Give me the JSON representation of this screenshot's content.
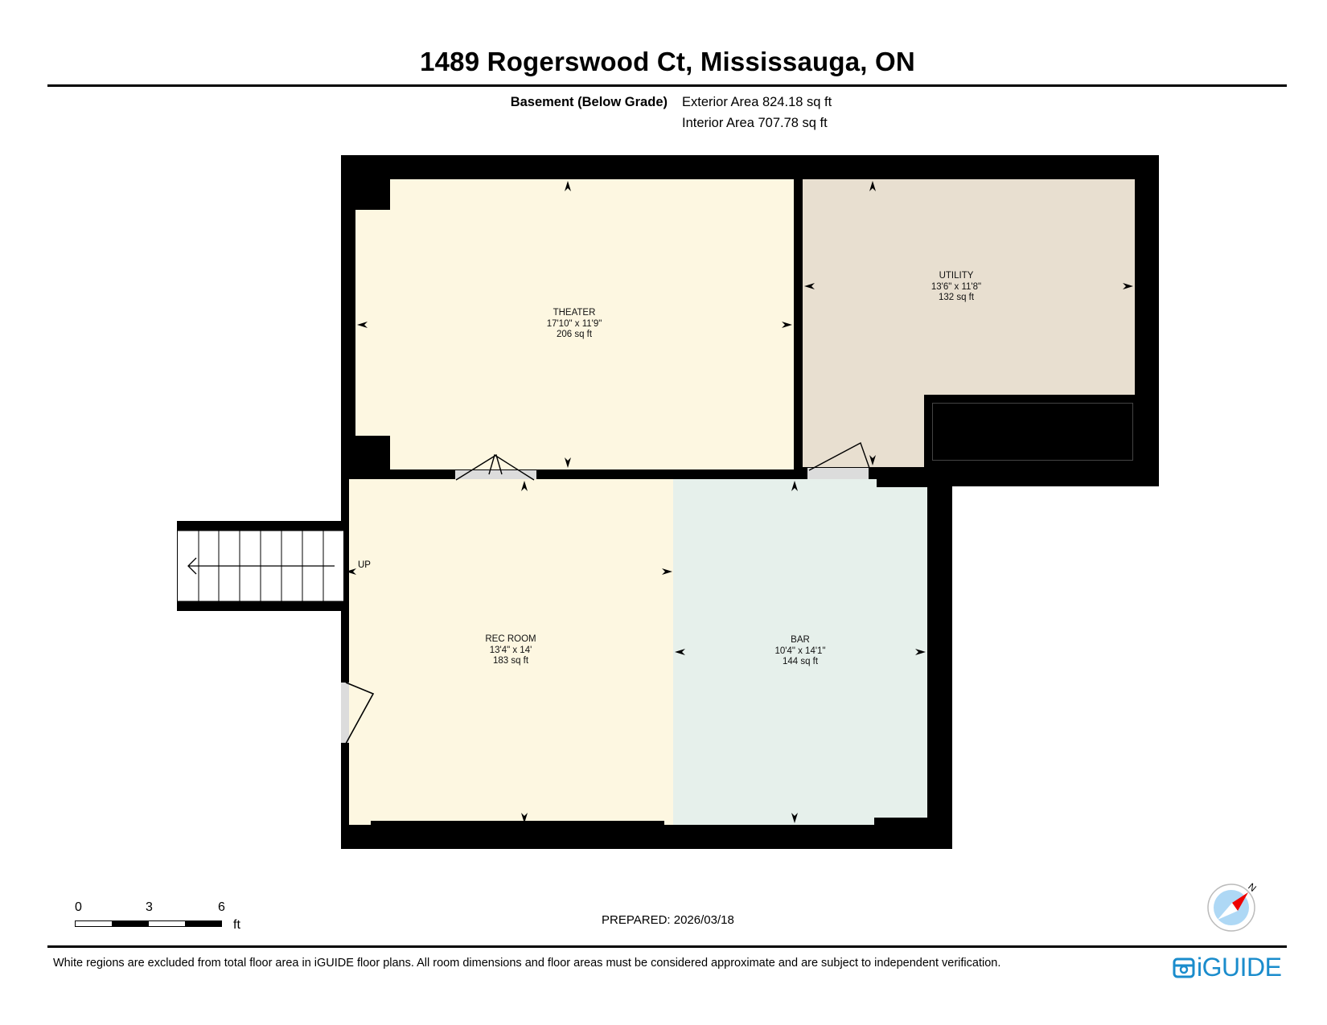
{
  "header": {
    "title": "1489 Rogerswood Ct, Mississauga, ON",
    "floor_name": "Basement (Below Grade)",
    "exterior_area": "Exterior Area 824.18 sq ft",
    "interior_area": "Interior Area 707.78 sq ft"
  },
  "rooms": [
    {
      "name": "THEATER",
      "dimensions": "17'10\" x 11'9\"",
      "area": "206 sq ft",
      "color": "#fdf7e1"
    },
    {
      "name": "UTILITY",
      "dimensions": "13'6\" x 11'8\"",
      "area": "132 sq ft",
      "color": "#e8dfd0"
    },
    {
      "name": "REC ROOM",
      "dimensions": "13'4\" x 14'",
      "area": "183 sq ft",
      "color": "#fdf7e1"
    },
    {
      "name": "BAR",
      "dimensions": "10'4\" x 14'1\"",
      "area": "144 sq ft",
      "color": "#e6f0eb"
    }
  ],
  "stairs": {
    "label": "UP"
  },
  "scale_bar": {
    "ticks": [
      "0",
      "3",
      "6"
    ],
    "unit": "ft"
  },
  "prepared": "PREPARED: 2026/03/18",
  "compass": {
    "label": "N"
  },
  "footer": {
    "disclaimer": "White regions are excluded from total floor area in iGUIDE floor plans. All room dimensions and floor areas must be considered approximate and are subject to independent verification.",
    "brand": "iGUIDE",
    "brand_color": "#1a8ccc"
  }
}
